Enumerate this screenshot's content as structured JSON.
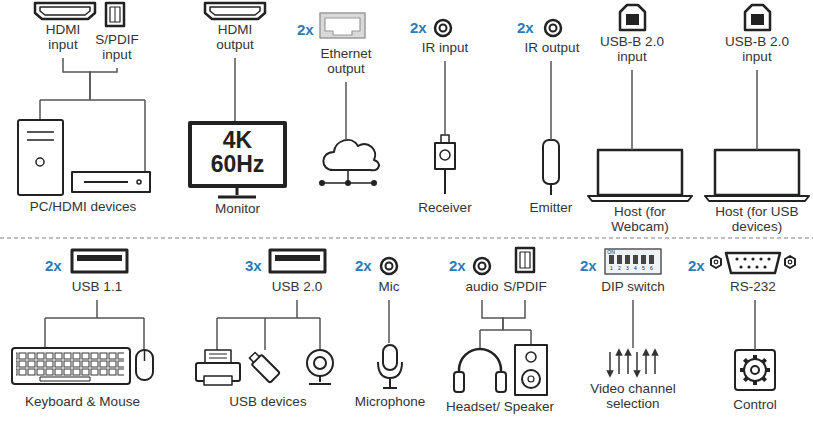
{
  "diagram": {
    "nodes": [
      {
        "text": [
          "HDMI input"
        ]
      },
      {
        "text": [
          "S/PDIF input"
        ]
      },
      {
        "text": [
          "HDMI output"
        ]
      },
      {
        "text": [
          "2x",
          "Ethernet output"
        ]
      },
      {
        "text": [
          "2x",
          "IR input"
        ]
      },
      {
        "text": [
          "2x",
          "IR output"
        ]
      },
      {
        "text": [
          "USB-B 2.0 input"
        ]
      },
      {
        "text": [
          "USB-B 2.0 input"
        ]
      },
      {
        "text": [
          "PC/HDMI devices"
        ]
      },
      {
        "text": [
          "4K 60Hz",
          "Monitor"
        ]
      },
      {
        "text": [
          "Receiver"
        ]
      },
      {
        "text": [
          "Emitter"
        ]
      },
      {
        "text": [
          "Host (for Webcam)"
        ]
      },
      {
        "text": [
          "Host (for USB devices)"
        ]
      },
      {
        "text": [
          "2x",
          "USB 1.1"
        ]
      },
      {
        "text": [
          "3x",
          "USB 2.0"
        ]
      },
      {
        "text": [
          "2x",
          "Mic"
        ]
      },
      {
        "text": [
          "2x",
          "audio"
        ]
      },
      {
        "text": [
          "S/PDIF"
        ]
      },
      {
        "text": [
          "2x",
          "DIP switch"
        ]
      },
      {
        "text": [
          "2x",
          "RS-232"
        ]
      },
      {
        "text": [
          "Keyboard & Mouse"
        ]
      },
      {
        "text": [
          "USB devices"
        ]
      },
      {
        "text": [
          "Microphone"
        ]
      },
      {
        "text": [
          "Headset/ Speaker"
        ]
      },
      {
        "text": [
          "Video channel selection"
        ]
      },
      {
        "text": [
          "Control"
        ]
      }
    ],
    "edges": [
      {
        "from": 0,
        "to": 8,
        "arrow": "none"
      },
      {
        "from": 1,
        "to": 8,
        "arrow": "none"
      },
      {
        "from": 2,
        "to": 9,
        "arrow": "none"
      },
      {
        "from": 4,
        "to": 10,
        "arrow": "none"
      },
      {
        "from": 5,
        "to": 11,
        "arrow": "none"
      },
      {
        "from": 6,
        "to": 12,
        "arrow": "none"
      },
      {
        "from": 7,
        "to": 13,
        "arrow": "none"
      },
      {
        "from": 14,
        "to": 21,
        "arrow": "none"
      },
      {
        "from": 15,
        "to": 22,
        "arrow": "none"
      },
      {
        "from": 16,
        "to": 23,
        "arrow": "none"
      },
      {
        "from": 17,
        "to": 24,
        "arrow": "none"
      },
      {
        "from": 18,
        "to": 24,
        "arrow": "none"
      },
      {
        "from": 19,
        "to": 25,
        "arrow": "none"
      },
      {
        "from": 20,
        "to": 26,
        "arrow": "none"
      }
    ],
    "labels": [
      "ON",
      "1",
      "2",
      "3",
      "4",
      "5",
      "6"
    ]
  }
}
